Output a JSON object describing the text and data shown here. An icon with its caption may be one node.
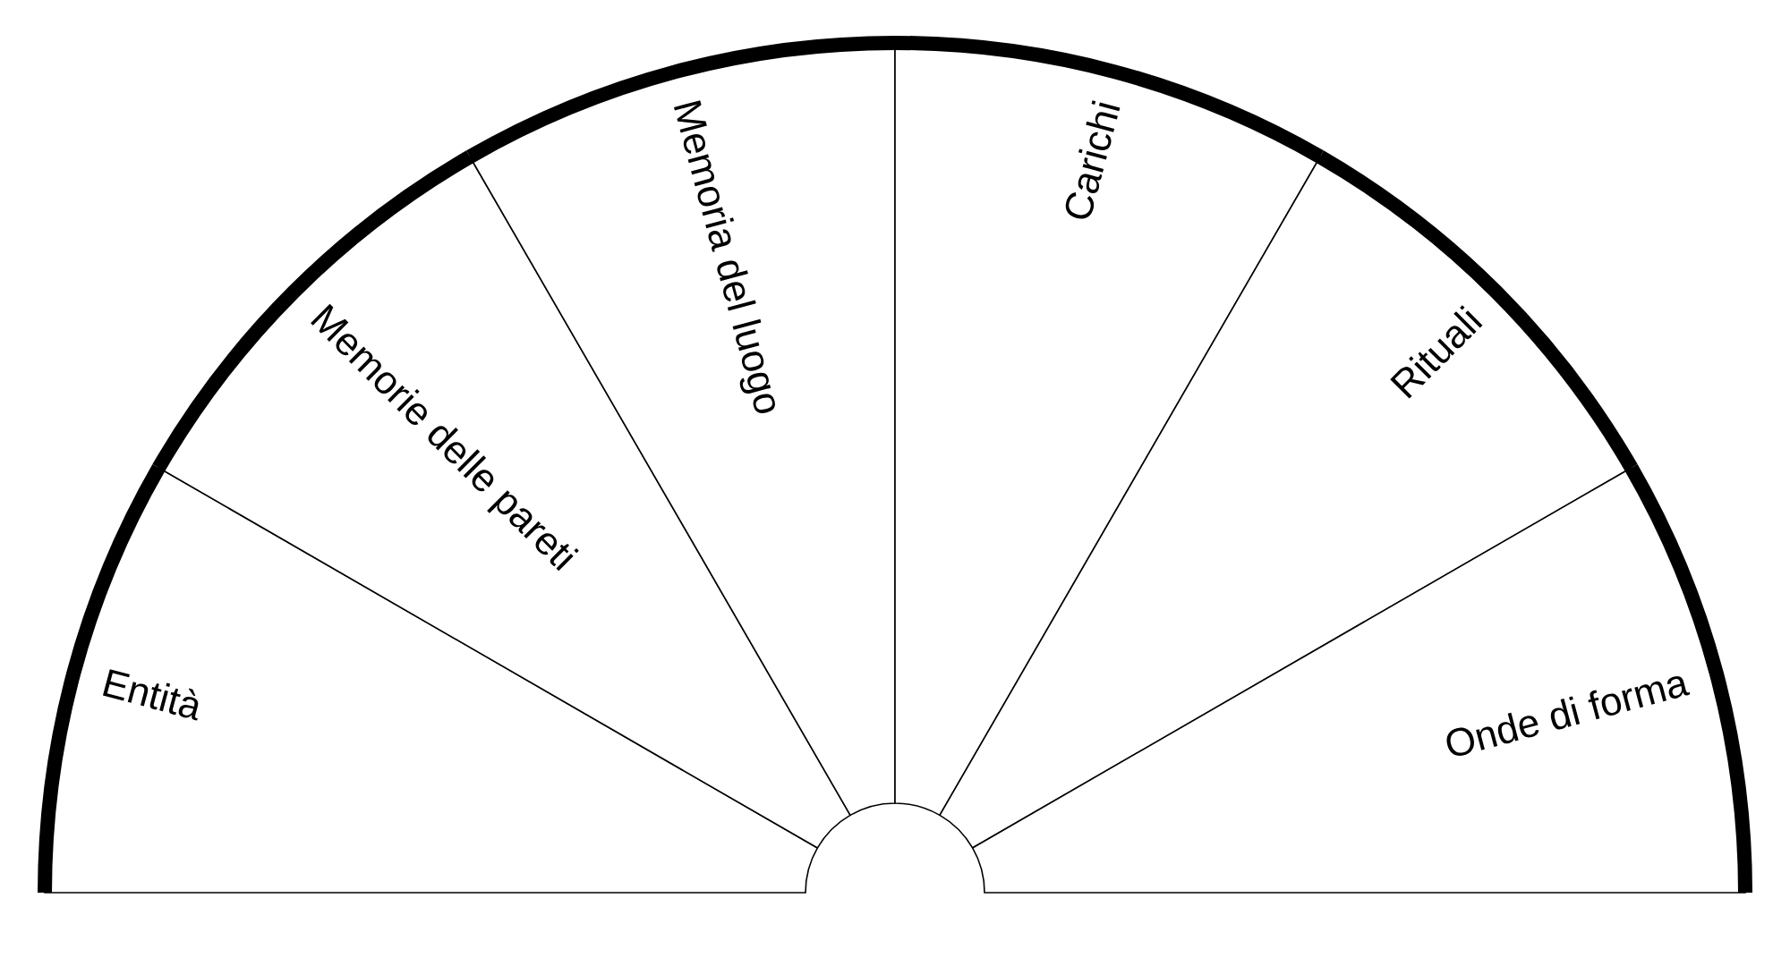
{
  "diagram": {
    "nodes": [
      {
        "text": [
          "Entità"
        ]
      },
      {
        "text": [
          "Memorie delle pareti"
        ]
      },
      {
        "text": [
          "Memoria del luogo"
        ]
      },
      {
        "text": [
          "Carichi"
        ]
      },
      {
        "text": [
          "Rituali"
        ]
      },
      {
        "text": [
          "Onde di forma"
        ]
      }
    ]
  }
}
